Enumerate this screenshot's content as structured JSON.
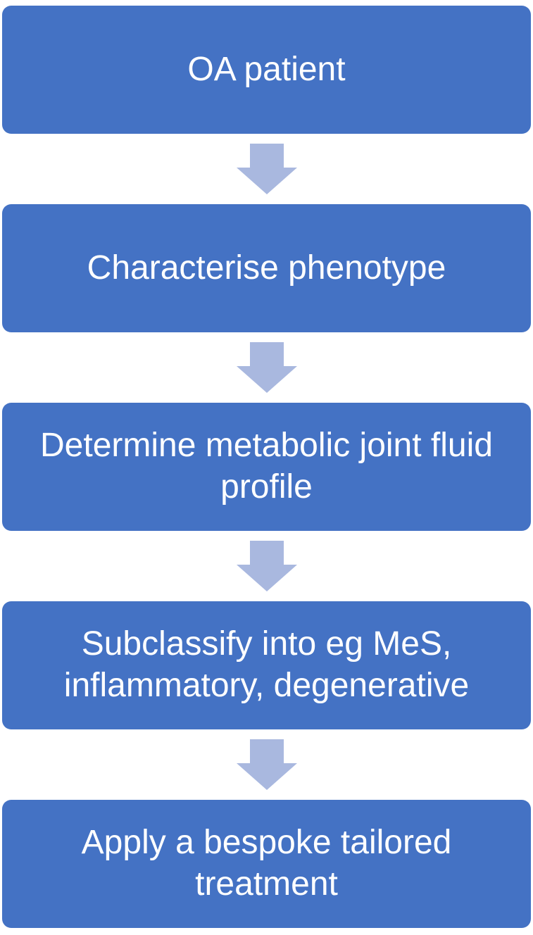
{
  "diagram": {
    "type": "vertical-process-flow",
    "steps": [
      {
        "label": "OA patient"
      },
      {
        "label": "Characterise phenotype"
      },
      {
        "label": "Determine metabolic joint fluid profile"
      },
      {
        "label": "Subclassify into eg MeS, inflammatory, degenerative"
      },
      {
        "label": "Apply a bespoke tailored treatment"
      }
    ],
    "connector_icon": "down-arrow",
    "colors": {
      "box_fill": "#4472C4",
      "box_text": "#FFFFFF",
      "arrow_fill": "#A9B8DF",
      "background": "#FFFFFF"
    }
  }
}
